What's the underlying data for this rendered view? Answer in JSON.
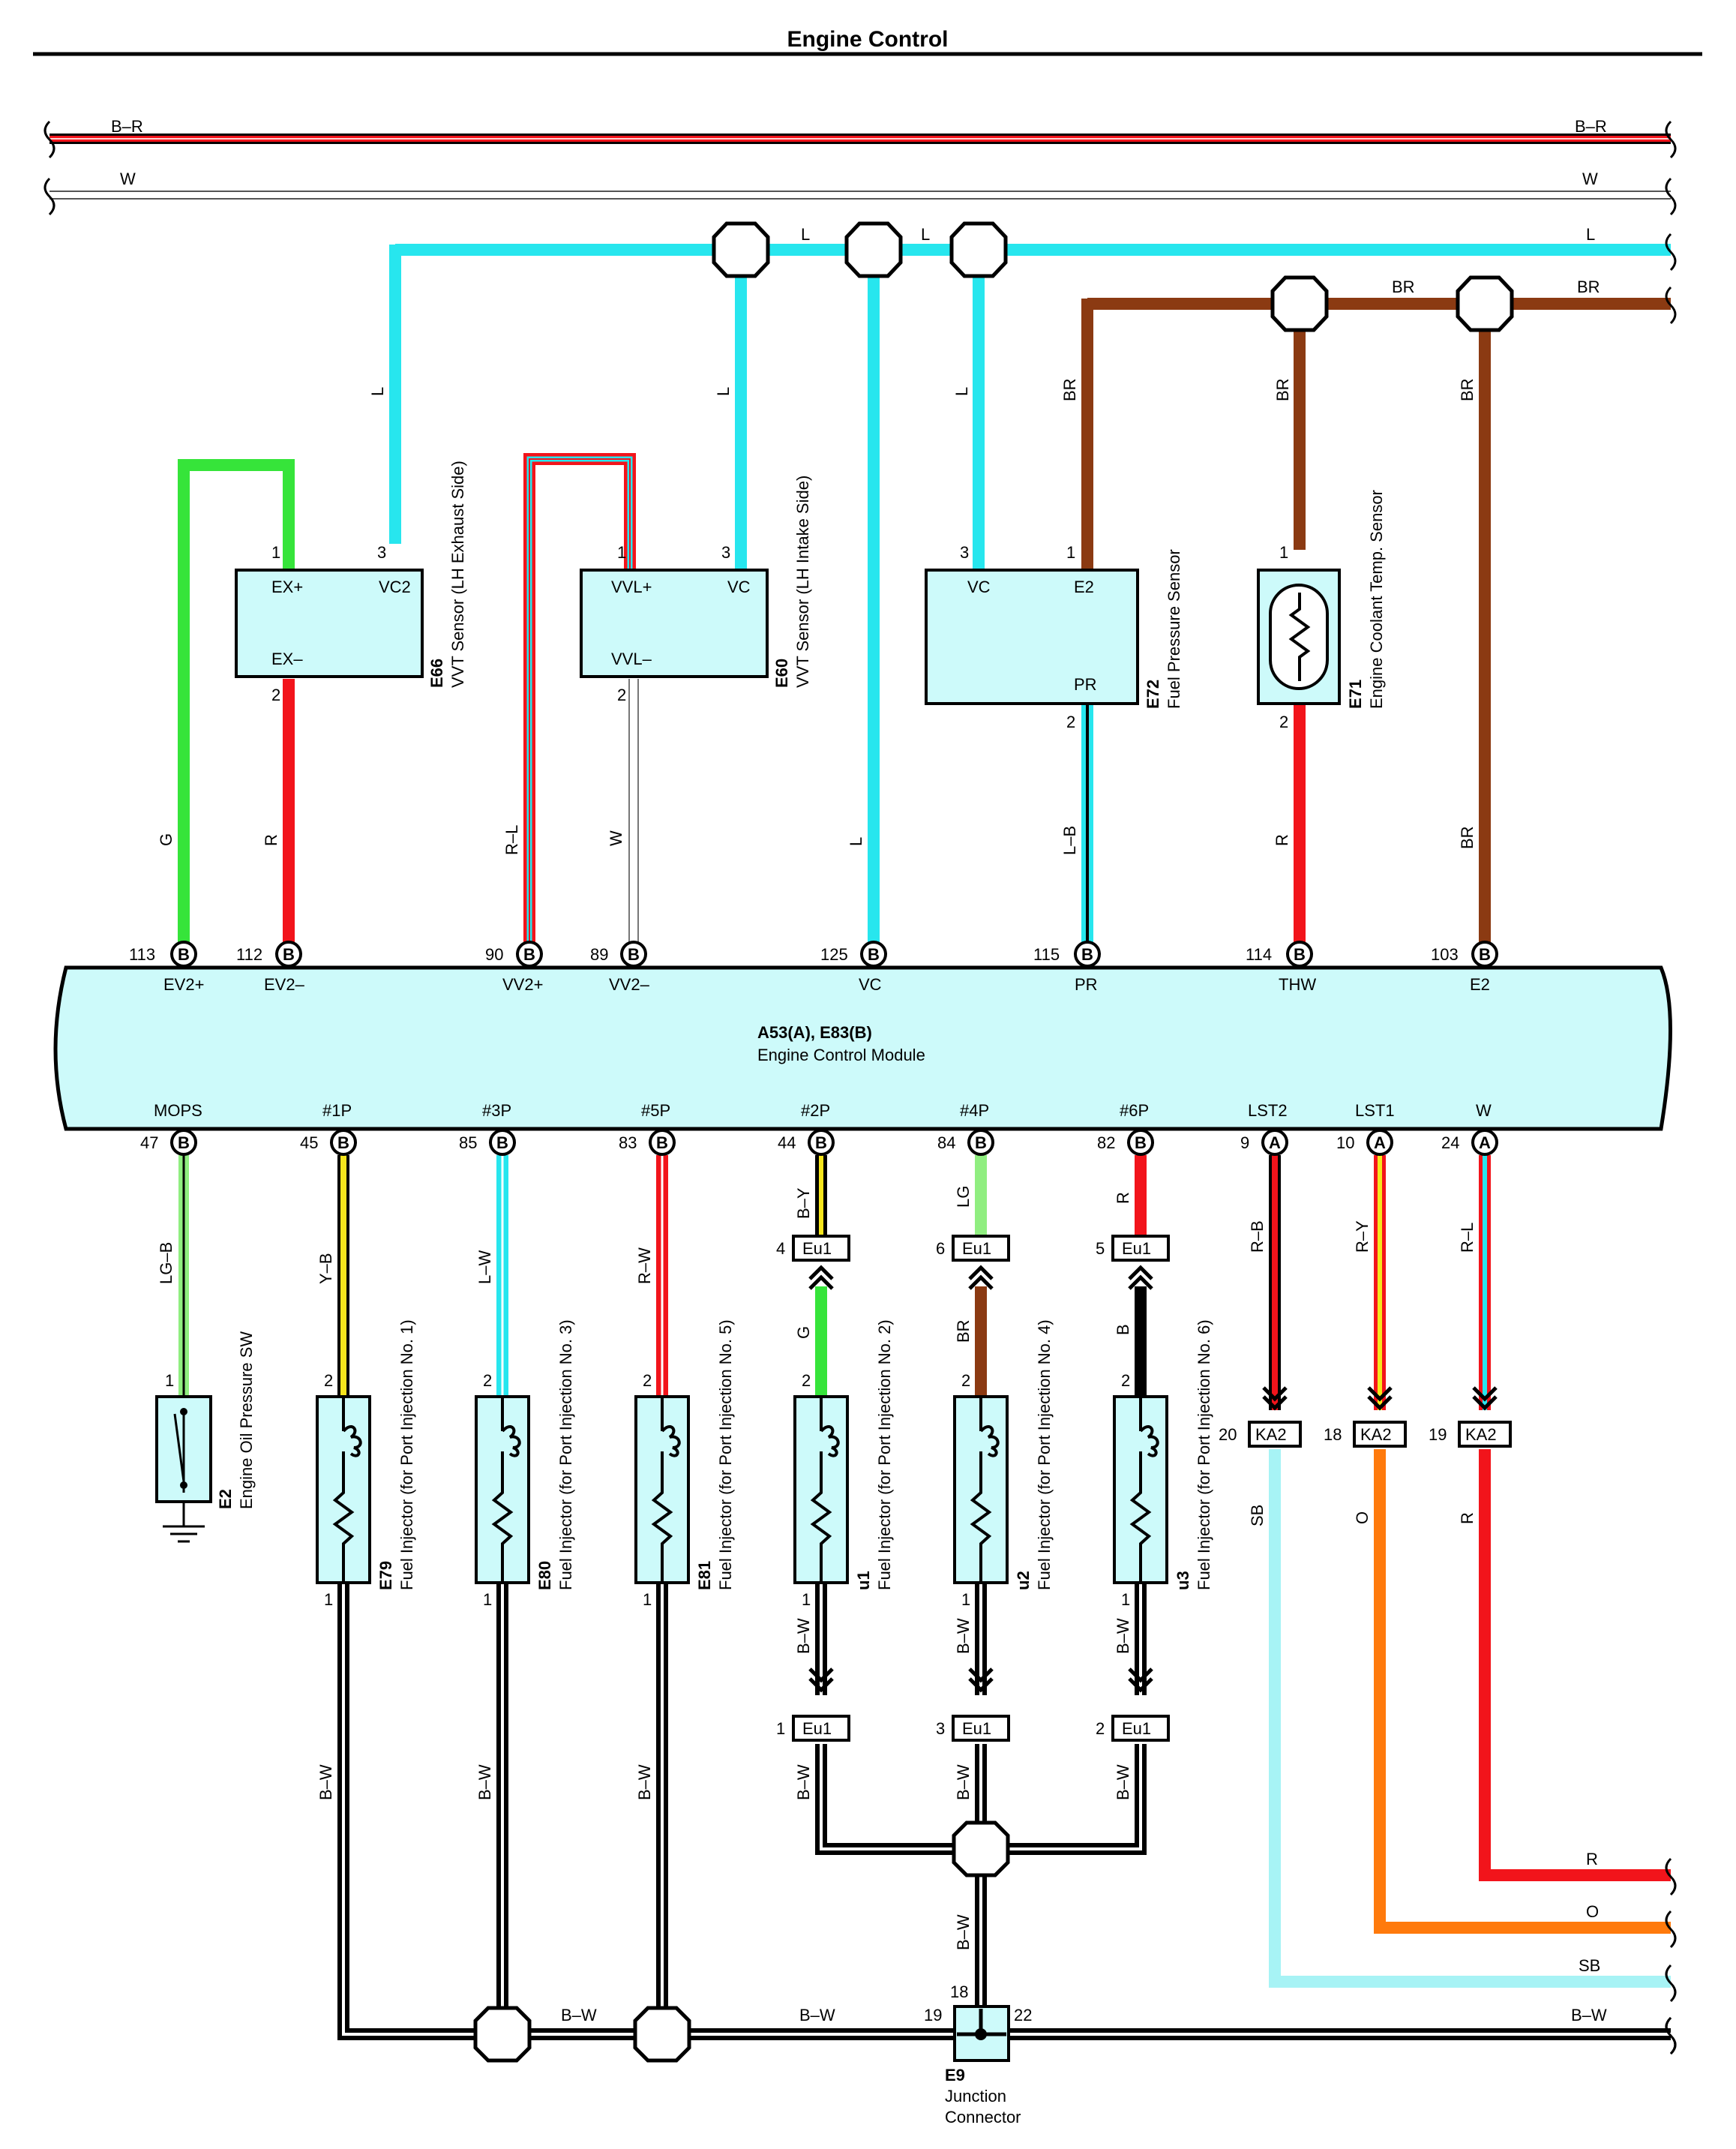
{
  "title": "Engine Control",
  "colors": {
    "L": "#27e6ee",
    "BR": "#8b3a12",
    "G": "#36e43a",
    "R": "#f2141b",
    "Y": "#f6e51c",
    "LG": "#90ee80",
    "SB": "#a7f3f5",
    "O": "#ff7a0c",
    "B": "#000000",
    "W": "#ffffff",
    "box": "#cdfafa",
    "ecm": "#cdfafa"
  },
  "bus_labels": {
    "br_left": "B–R",
    "br_right": "B–R",
    "w_left": "W",
    "w_right": "W",
    "l_top1": "L",
    "l_top2": "L",
    "l_top_right": "L",
    "br_top_mid": "BR",
    "br_top_right": "BR"
  },
  "components": {
    "e66": {
      "id": "E66",
      "name": "VVT Sensor (LH Exhaust Side)",
      "pin_a": "EX+",
      "pin_b": "VC2",
      "pin_c": "EX–",
      "n1": "1",
      "n3": "3",
      "n2": "2"
    },
    "e60": {
      "id": "E60",
      "name": "VVT Sensor (LH Intake Side)",
      "pin_a": "VVL+",
      "pin_b": "VC",
      "pin_c": "VVL–",
      "n1": "1",
      "n3": "3",
      "n2": "2"
    },
    "e72": {
      "id": "E72",
      "name": "Fuel Pressure Sensor",
      "pin_a": "VC",
      "pin_b": "E2",
      "pin_c": "PR",
      "n3": "3",
      "n1": "1",
      "n2": "2"
    },
    "e71": {
      "id": "E71",
      "name": "Engine Coolant Temp.  Sensor",
      "n1": "1",
      "n2": "2"
    },
    "e2": {
      "id": "E2",
      "name": "Engine Oil Pressure SW",
      "n1": "1"
    },
    "e79": {
      "id": "E79",
      "name": "Fuel Injector (for Port Injection No. 1)"
    },
    "e80": {
      "id": "E80",
      "name": "Fuel Injector (for Port Injection No. 3)"
    },
    "e81": {
      "id": "E81",
      "name": "Fuel Injector (for Port Injection No. 5)"
    },
    "u1": {
      "id": "u1",
      "name": "Fuel Injector (for Port Injection No. 2)"
    },
    "u2": {
      "id": "u2",
      "name": "Fuel Injector (for Port Injection No. 4)"
    },
    "u3": {
      "id": "u3",
      "name": "Fuel Injector (for Port Injection No. 6)"
    },
    "e9": {
      "id": "E9",
      "name_line1": "Junction",
      "name_line2": "Connector",
      "p18": "18",
      "p19": "19",
      "p22": "22"
    }
  },
  "ecm": {
    "line1": "A53(A), E83(B)",
    "line2": "Engine Control Module",
    "top_pins": [
      {
        "num": "113",
        "conn": "B",
        "sig": "EV2+",
        "wire": "G"
      },
      {
        "num": "112",
        "conn": "B",
        "sig": "EV2–",
        "wire": "R"
      },
      {
        "num": "90",
        "conn": "B",
        "sig": "VV2+",
        "wire": "R–L"
      },
      {
        "num": "89",
        "conn": "B",
        "sig": "VV2–",
        "wire": "W"
      },
      {
        "num": "125",
        "conn": "B",
        "sig": "VC",
        "wire": "L"
      },
      {
        "num": "115",
        "conn": "B",
        "sig": "PR",
        "wire": "L–B"
      },
      {
        "num": "114",
        "conn": "B",
        "sig": "THW",
        "wire": "R"
      },
      {
        "num": "103",
        "conn": "B",
        "sig": "E2",
        "wire": "BR"
      }
    ],
    "bottom_pins": [
      {
        "num": "47",
        "conn": "B",
        "sig": "MOPS",
        "wire": "LG–B"
      },
      {
        "num": "45",
        "conn": "B",
        "sig": "#1P",
        "wire": "Y–B"
      },
      {
        "num": "85",
        "conn": "B",
        "sig": "#3P",
        "wire": "L–W"
      },
      {
        "num": "83",
        "conn": "B",
        "sig": "#5P",
        "wire": "R–W"
      },
      {
        "num": "44",
        "conn": "B",
        "sig": "#2P",
        "wire": "B–Y"
      },
      {
        "num": "84",
        "conn": "B",
        "sig": "#4P",
        "wire": "LG"
      },
      {
        "num": "82",
        "conn": "B",
        "sig": "#6P",
        "wire": "R"
      },
      {
        "num": "9",
        "conn": "A",
        "sig": "LST2",
        "wire": "R–B"
      },
      {
        "num": "10",
        "conn": "A",
        "sig": "LST1",
        "wire": "R–Y"
      },
      {
        "num": "24",
        "conn": "A",
        "sig": "W",
        "wire": "R–L"
      }
    ]
  },
  "upper_wire_labels": {
    "g": "L",
    "l2": "L",
    "l3": "L",
    "br1": "BR",
    "br2": "BR",
    "br3": "BR"
  },
  "eu1_connectors": [
    {
      "pin": "4",
      "label": "Eu1",
      "wire_below": "G"
    },
    {
      "pin": "6",
      "label": "Eu1",
      "wire_below": "BR"
    },
    {
      "pin": "5",
      "label": "Eu1",
      "wire_below": "B"
    }
  ],
  "eu1_lower": [
    {
      "pin": "1",
      "label": "Eu1"
    },
    {
      "pin": "3",
      "label": "Eu1"
    },
    {
      "pin": "2",
      "label": "Eu1"
    }
  ],
  "ka2_connectors": [
    {
      "pin": "20",
      "label": "KA2",
      "wire_below": "SB"
    },
    {
      "pin": "18",
      "label": "KA2",
      "wire_below": "O"
    },
    {
      "pin": "19",
      "label": "KA2",
      "wire_below": "R"
    }
  ],
  "ground_wires": {
    "bw": "B–W",
    "right_r": "R",
    "right_o": "O",
    "right_sb": "SB",
    "right_bw": "B–W"
  }
}
